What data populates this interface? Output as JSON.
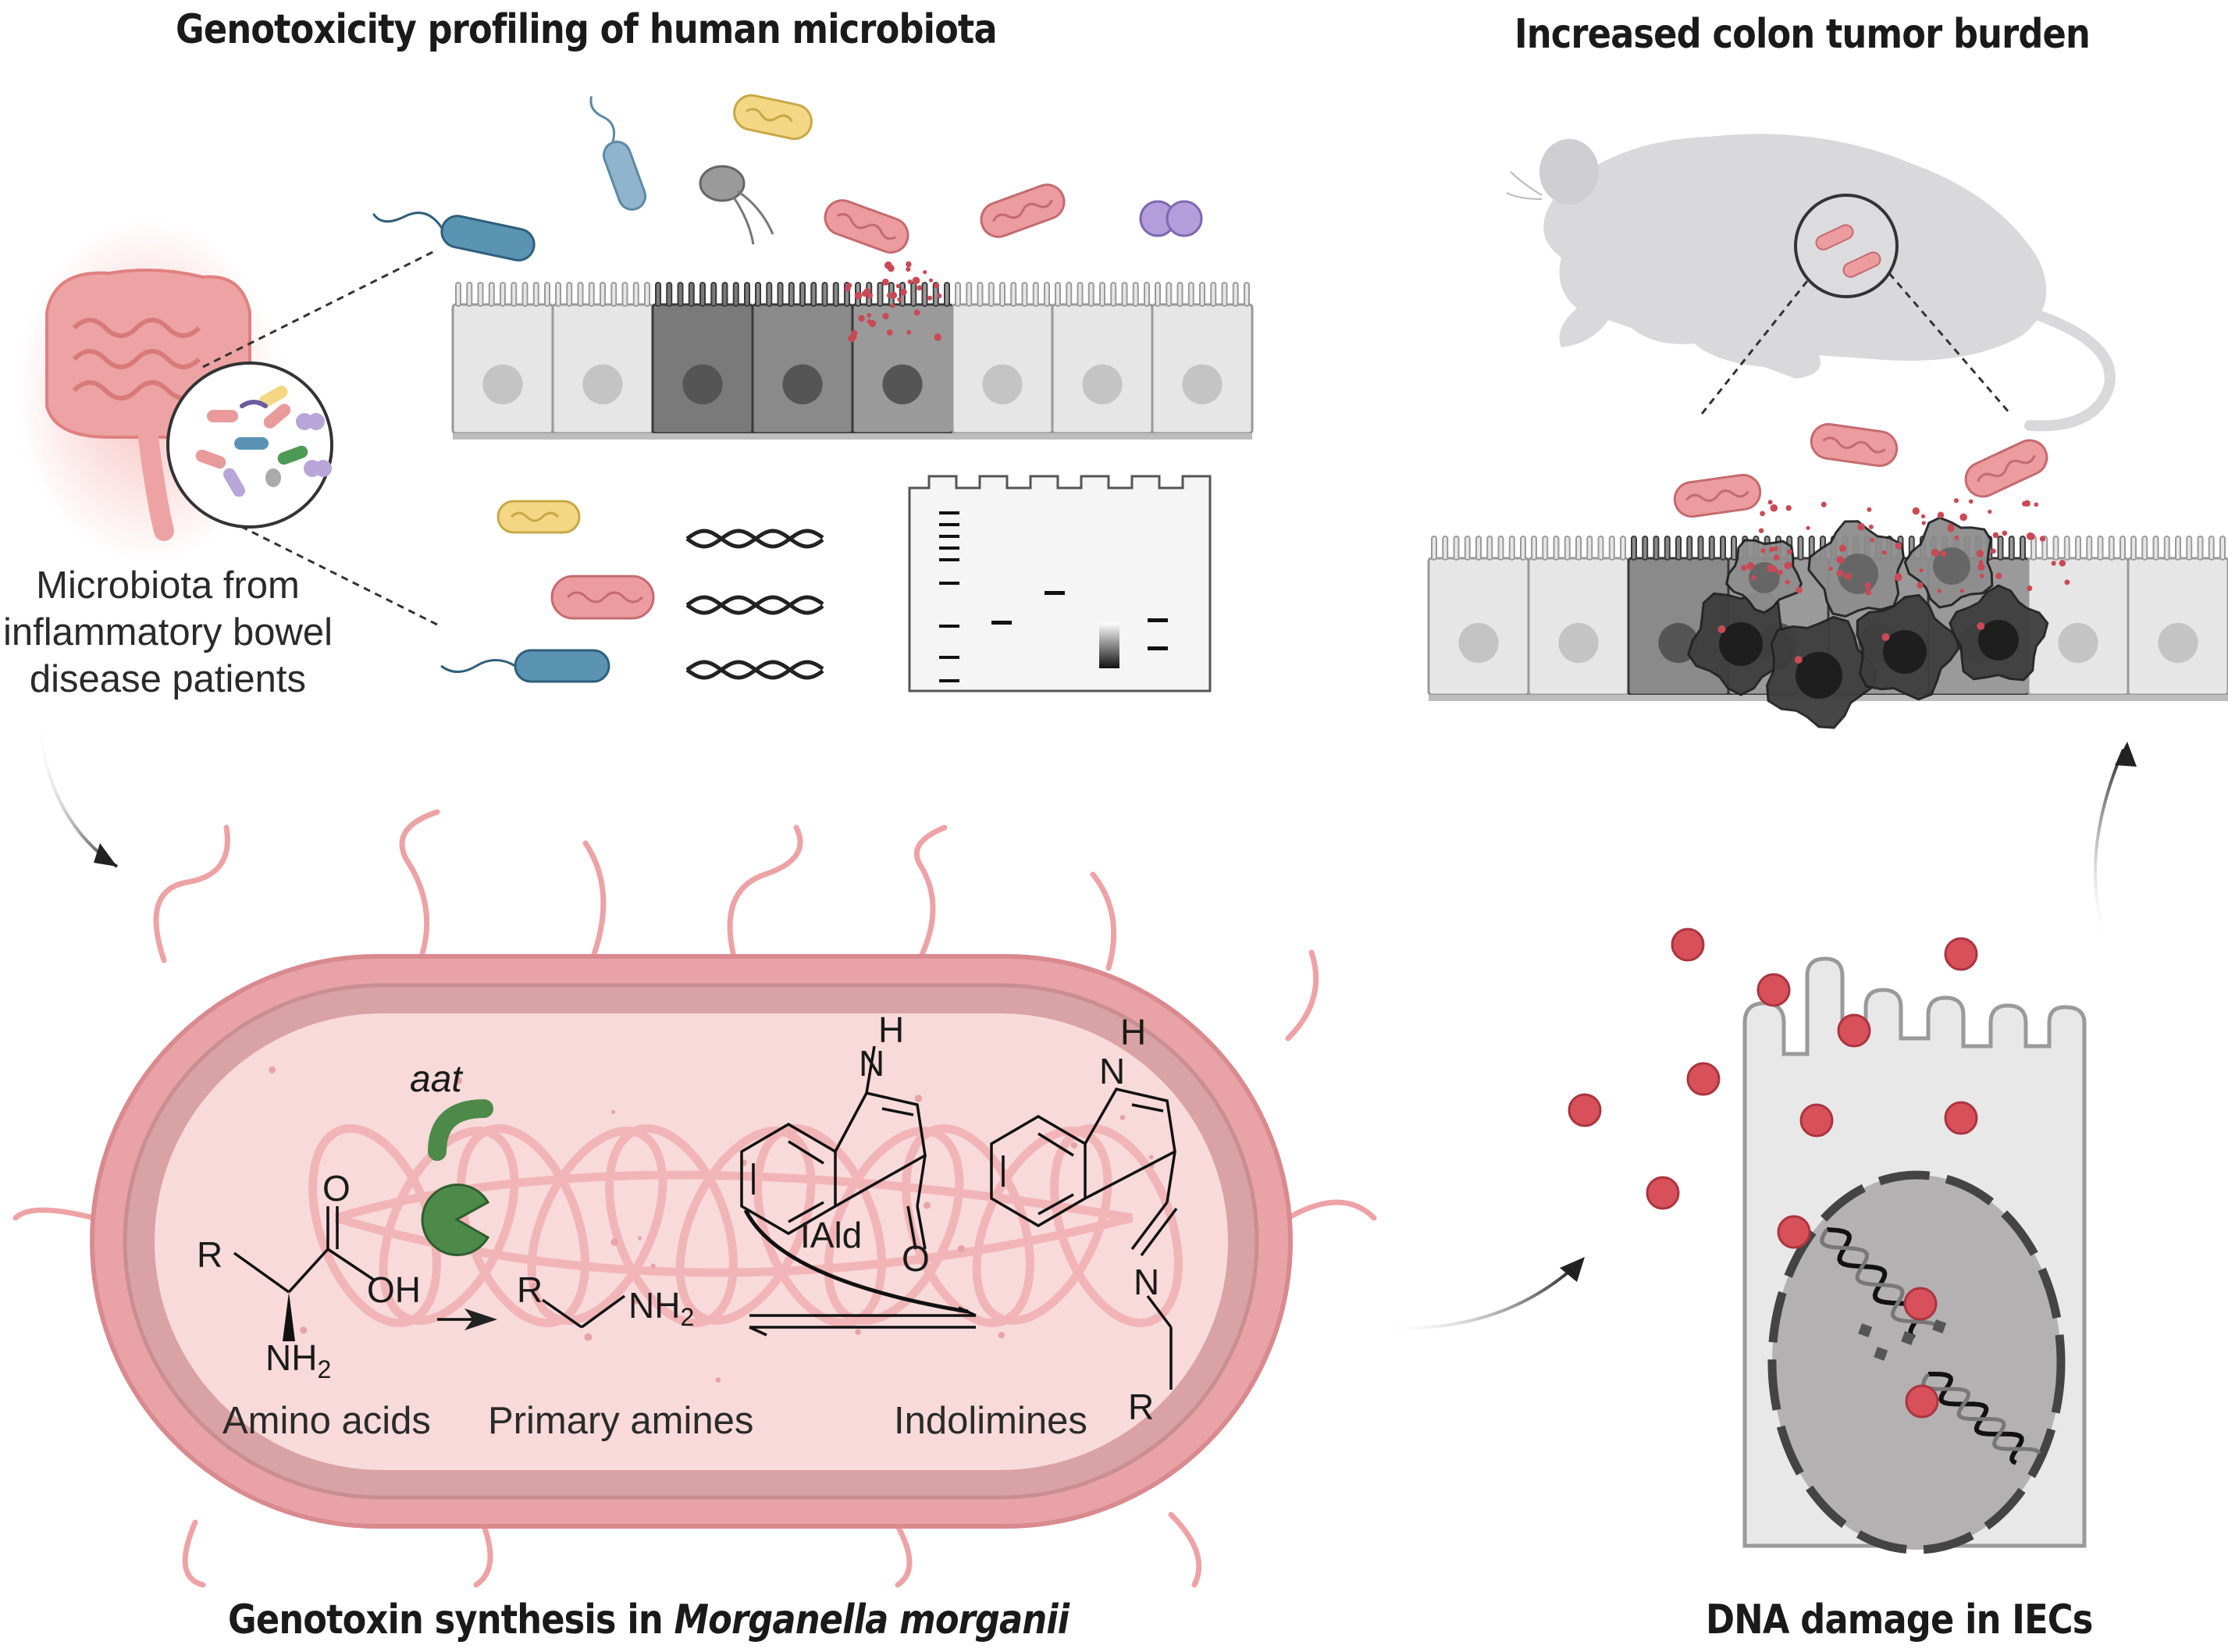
{
  "panels": {
    "top_left_title": "Genotoxicity profiling of human microbiota",
    "top_right_title": "Increased colon tumor burden",
    "bottom_left_title_prefix": "Genotoxin synthesis in ",
    "bottom_left_title_species": "Morganella morganii",
    "bottom_right_title": "DNA damage in IECs"
  },
  "source_label": [
    "Microbiota from",
    "inflammatory bowel",
    "disease patients"
  ],
  "pathway": {
    "enzyme": "aat",
    "steps": [
      "Amino acids",
      "Primary amines",
      "Indolimines"
    ],
    "aldehyde": "IAld"
  },
  "chem_atoms": {
    "r": "R",
    "o": "O",
    "oh": "OH",
    "nh": "NH",
    "sub2": "2",
    "h": "H",
    "n": "N"
  },
  "colors": {
    "bacterium_pink": "#e9a3a6",
    "bacterium_border": "#d98a8e",
    "enzyme_green": "#4d8a4a",
    "cell_gray": "#e6e6e6",
    "damaged_cell": "#7a7a7a",
    "genotoxin_red": "#d8505a",
    "mouse_gray": "#d9d9dc",
    "text_dark": "#1a1a1a"
  }
}
